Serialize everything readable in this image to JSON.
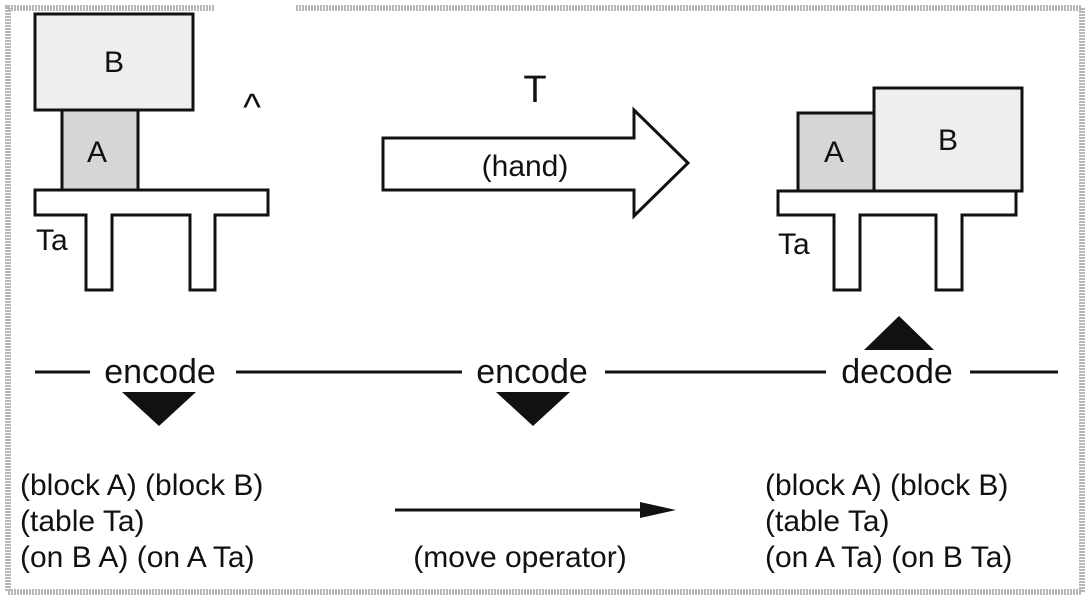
{
  "diagram": {
    "colors": {
      "border": "#b8b8b8",
      "block_fill_light": "#eeeeee",
      "block_fill_dark": "#d6d6d6",
      "stroke": "#111111",
      "background": "#ffffff"
    },
    "left_scene": {
      "block_top_label": "B",
      "block_bottom_label": "A",
      "table_label": "Ta",
      "caret": "^"
    },
    "transition": {
      "operator": "T",
      "arrow_label": "(hand)"
    },
    "right_scene": {
      "block_left_label": "A",
      "block_right_label": "B",
      "table_label": "Ta"
    },
    "axis": {
      "left_label": "encode",
      "middle_label": "encode",
      "right_label": "decode"
    },
    "left_text": {
      "line1": "(block A) (block B)",
      "line2": "(table Ta)",
      "line3": "(on B A) (on A Ta)"
    },
    "middle_text": {
      "operator_label": "(move operator)"
    },
    "right_text": {
      "line1": "(block A) (block B)",
      "line2": "(table Ta)",
      "line3": "(on A Ta) (on B Ta)"
    }
  }
}
